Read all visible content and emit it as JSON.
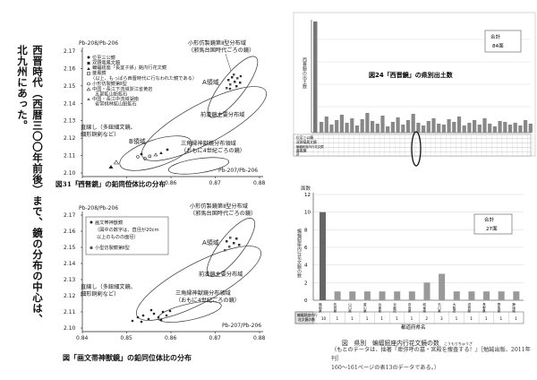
{
  "handwriting": {
    "col1": "西晋時代（西暦三〇〇年前後）まで、鏡の分布の中心は、",
    "col2": "北九州にあった。"
  },
  "plot_top": {
    "y_label": "Pb-208/Pb-206",
    "x_label": "Pb-207/Pb-206",
    "y_ticks": [
      "2.17",
      "2.16",
      "2.15",
      "2.14",
      "2.13",
      "2.12",
      "2.11",
      "2.10"
    ],
    "x_ticks": [
      "0.84",
      "0.85",
      "0.86",
      "0.87",
      "0.88"
    ],
    "legend": [
      "位至三公鏡",
      "双頭竜鳳文鏡",
      "蝙蝠鈕座「長宜子孫」銘内行花文鏡",
      "夔鳳鏡",
      "（以上、もっぱら西晋時代に行なわれた鏡である）",
      "小形仿製鏡第Ⅱ型",
      "中国・長江下流域浙江省黄岩",
      "五部鉱山鉛鉱石",
      "中国・長江中流域湖南",
      "省常桃林鉱山鉛鉱石"
    ],
    "region_label_1": "小形仿製鏡第Ⅱ型分布域",
    "region_label_2": "（邪馬台国時代ごろの鏡）",
    "area_a": "A領域",
    "area_b": "B領域",
    "mainland_label": "前漢鏡主要分布域",
    "hand_label_1": "直線し（多鈕細文鏡、",
    "hand_label_2": "細形銅剣など）",
    "triangle_label_1": "三角縁神獣鏡分布領域",
    "triangle_label_2": "（おもに4世紀ごろの鏡）",
    "caption": "図31「西晋鏡」の鉛同位体比の分布"
  },
  "plot_bottom": {
    "y_label": "Pb-208/Pb-206",
    "x_label": "Pb-207/Pb-206",
    "y_ticks": [
      "2.17",
      "2.16",
      "2.15",
      "2.14",
      "2.13",
      "2.12",
      "2.11",
      "2.10"
    ],
    "x_ticks": [
      "0.84",
      "0.85",
      "0.86",
      "0.87",
      "0.88"
    ],
    "legend": [
      "画文帯神獣鏡",
      "（図中の数字は、直径が20cm",
      "以上のものの面径）",
      "小型仿製鏡第Ⅱ型"
    ],
    "region_label_1": "小形仿製鏡第Ⅱ型分布域",
    "region_label_2": "（邪馬台国時代ごろの鏡）",
    "area_a": "A領域",
    "mainland_label": "前漢鏡主要分布域",
    "hand_label_1": "直線し（多鈕細文鏡、",
    "hand_label_2": "細形銅剣など）",
    "triangle_label_1": "三角縁神獣鏡分布領域",
    "triangle_label_2": "（おもに4世紀ごろの鏡）",
    "caption": "図「画文帯神獣鏡」の鉛同位体比の分布"
  },
  "bar_top": {
    "title": "図24「西晋鏡」の県別出土数",
    "vertical_label": "西晋鏡の出土数",
    "total_label": "合計",
    "total_value": "84面",
    "row_label_1": "位至三公鏡",
    "row_label_2": "双頭竜鳳文鏡",
    "row_label_3": "蝙蝠鈕座内行花文鏡",
    "row_label_4": "夔鳳鏡",
    "row_label_5": "計"
  },
  "bar_bottom": {
    "vertical_label": "蝙蝠鈕座内行花文鏡の数",
    "y_ticks": [
      "12",
      "10",
      "8",
      "6",
      "4",
      "2",
      "0"
    ],
    "unit": "面数",
    "total_label": "合計",
    "total_value": "27面",
    "prefecture_axis": "都道府県名",
    "row_label_1": "蝙蝠鈕座内行",
    "row_label_2": "花文鏡の数",
    "caption": "図　県別　蝙蝠鈕座内行花文鏡の数",
    "caption_ruby": "こうもりちゅうざ",
    "prefectures": [
      "福岡県",
      "佐賀県",
      "山口県",
      "香川県",
      "兵庫県",
      "京都府",
      "奈良県",
      "岐阜県",
      "石川県",
      "大阪府",
      "滋賀県",
      "長野県",
      "群馬県",
      "静岡県"
    ],
    "counts": [
      10,
      1,
      1,
      1,
      1,
      1,
      1,
      2,
      3,
      1,
      1,
      1,
      1,
      1
    ]
  },
  "footnote": {
    "line1": "（もとのデータは、拙著『卑弥呼の墓・宮殿を捜査する！』［勉誠出版、2011年刊］",
    "line2": "160〜161ページの表13のデータである。）"
  }
}
